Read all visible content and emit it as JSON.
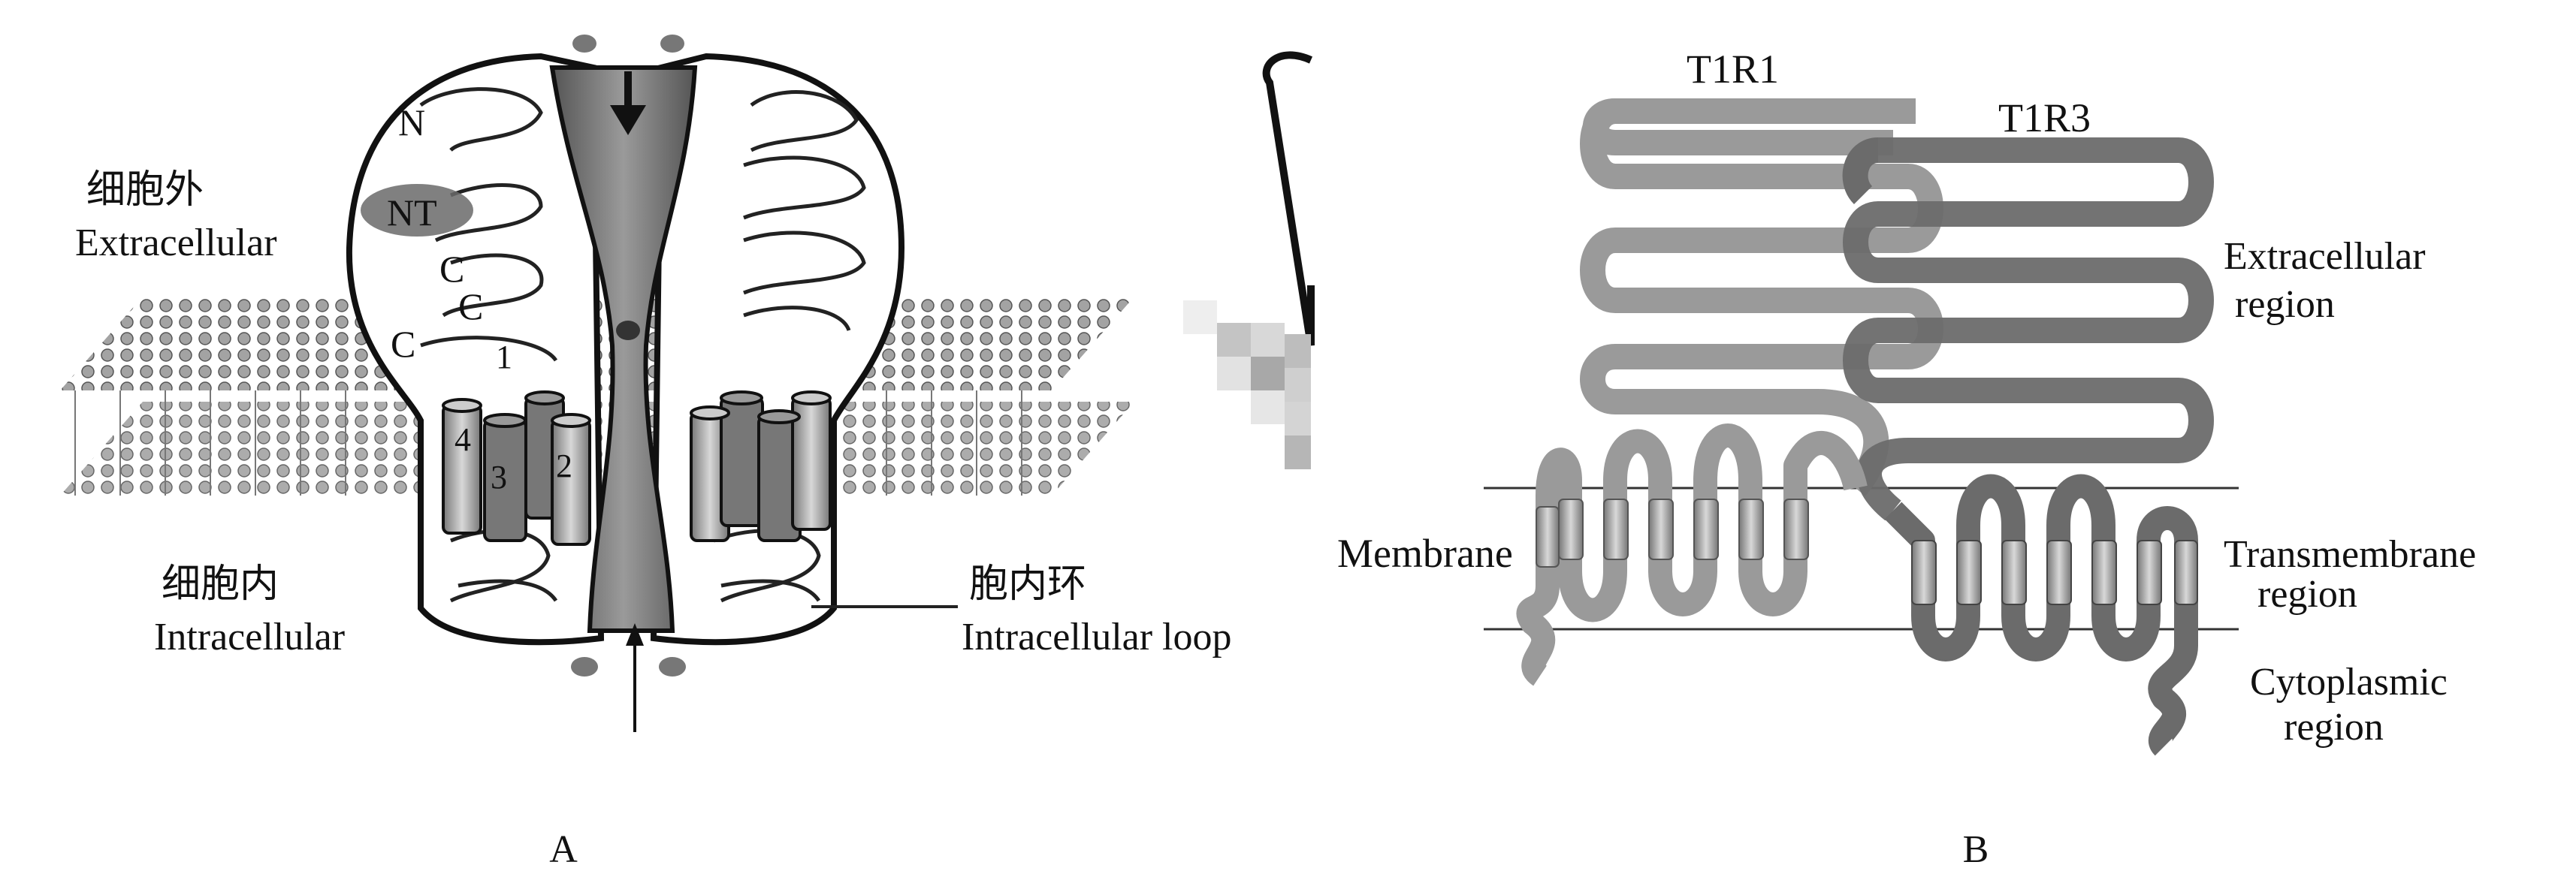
{
  "panel_a": {
    "caption": "A",
    "labels": {
      "extracellular_cn": "细胞外",
      "extracellular_en": "Extracellular",
      "intracellular_cn": "细胞内",
      "intracellular_en": "Intracellular",
      "loop_cn": "胞内环",
      "loop_en": "Intracellular loop",
      "n_terminus": "N",
      "nt_site": "NT",
      "c1": "C",
      "c2": "C",
      "c3": "C",
      "helix1": "1",
      "helix2": "2",
      "helix3": "3",
      "helix4": "4"
    }
  },
  "panel_b": {
    "caption": "B",
    "labels": {
      "t1r1": "T1R1",
      "t1r3": "T1R3",
      "extracellular_line1": "Extracellular",
      "extracellular_line2": "region",
      "membrane": "Membrane",
      "transmembrane_line1": "Transmembrane",
      "transmembrane_line2": "region",
      "cytoplasmic_line1": "Cytoplasmic",
      "cytoplasmic_line2": "region"
    }
  },
  "colors": {
    "t1r1": "#9a9a9a",
    "t1r3": "#6b6b6b",
    "channel": "#6e6e6e",
    "membrane_head": "#8c8c8c"
  }
}
